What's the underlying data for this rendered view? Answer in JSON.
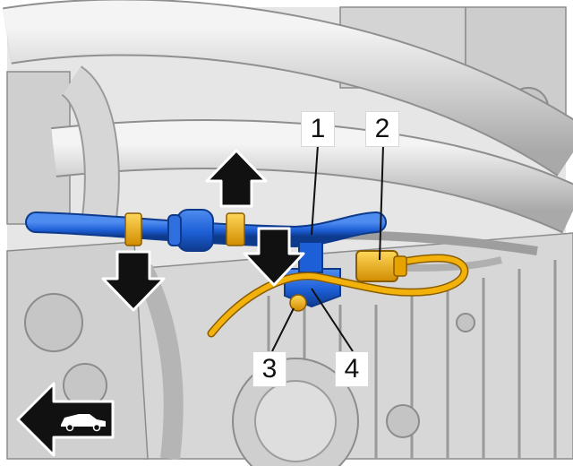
{
  "callouts": [
    {
      "number": "1",
      "label": "1"
    },
    {
      "number": "2",
      "label": "2"
    },
    {
      "number": "3",
      "label": "3"
    },
    {
      "number": "4",
      "label": "4"
    }
  ],
  "colors": {
    "background": "#e6e6e6",
    "engine_part": "#c9c9c9",
    "hose_blue": "#1d5fd6",
    "hose_yellow": "#f2b20b",
    "arrow": "#111111",
    "callout_box": "#ffffff"
  },
  "icons": {
    "direction": "arrow-left-icon",
    "vehicle": "car-icon"
  }
}
